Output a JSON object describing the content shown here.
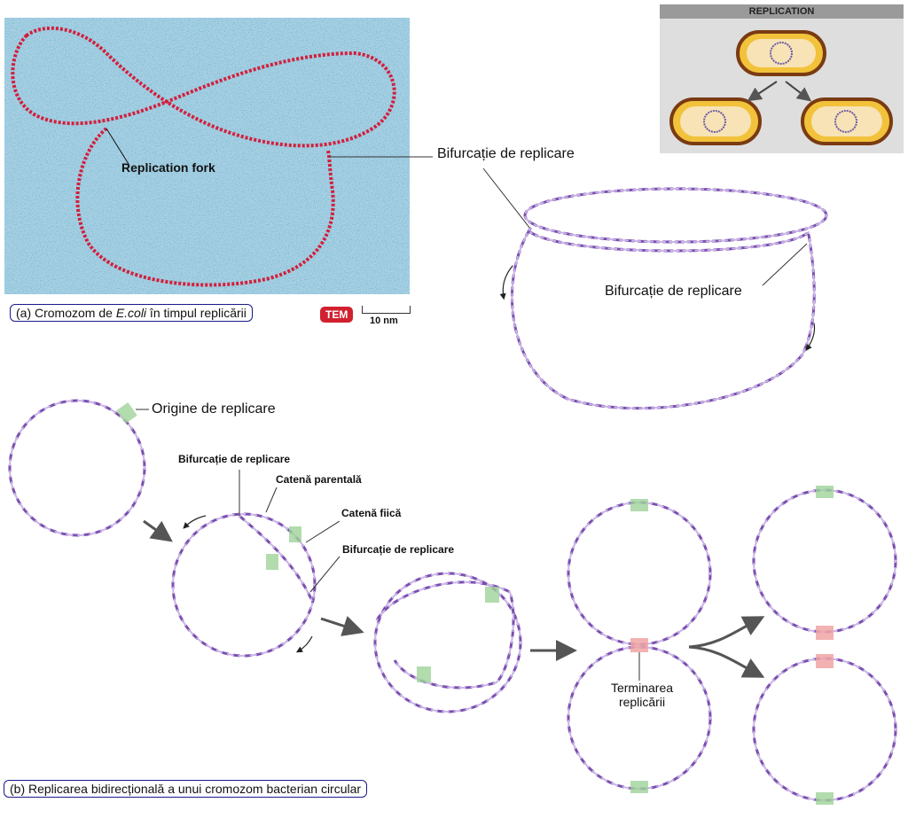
{
  "micrograph": {
    "annotation": "Replication fork",
    "caption_prefix": "(a) Cromozom de ",
    "caption_species": "E.coli",
    "caption_suffix": " în timpul replicării",
    "badge": "TEM",
    "scale": "10 nm"
  },
  "inset": {
    "header": "REPLICATION"
  },
  "top_right": {
    "fork_label_1": "Bifurcație de replicare",
    "fork_label_2": "Bifurcație de replicare"
  },
  "bottom": {
    "origin_label": "Origine de replicare",
    "fork_label_a": "Bifurcație de replicare",
    "parental_label": "Catenă parentală",
    "daughter_label": "Catenă fiică",
    "fork_label_b": "Bifurcație de replicare",
    "termination_label_1": "Terminarea",
    "termination_label_2": "replicării",
    "caption": "(b) Replicarea bidirecțională a unui cromozom bacterian circular"
  },
  "colors": {
    "strand_purple": "#7b4fb0",
    "strand_light": "#c9b4e6",
    "origin_green": "#9fd39a",
    "termination_pink": "#f1a5a5",
    "micro_bg": "#a9cfe3",
    "micro_dna": "#d21f3c",
    "cell_outline": "#7a3b12",
    "cell_fill": "#f2c23a"
  }
}
